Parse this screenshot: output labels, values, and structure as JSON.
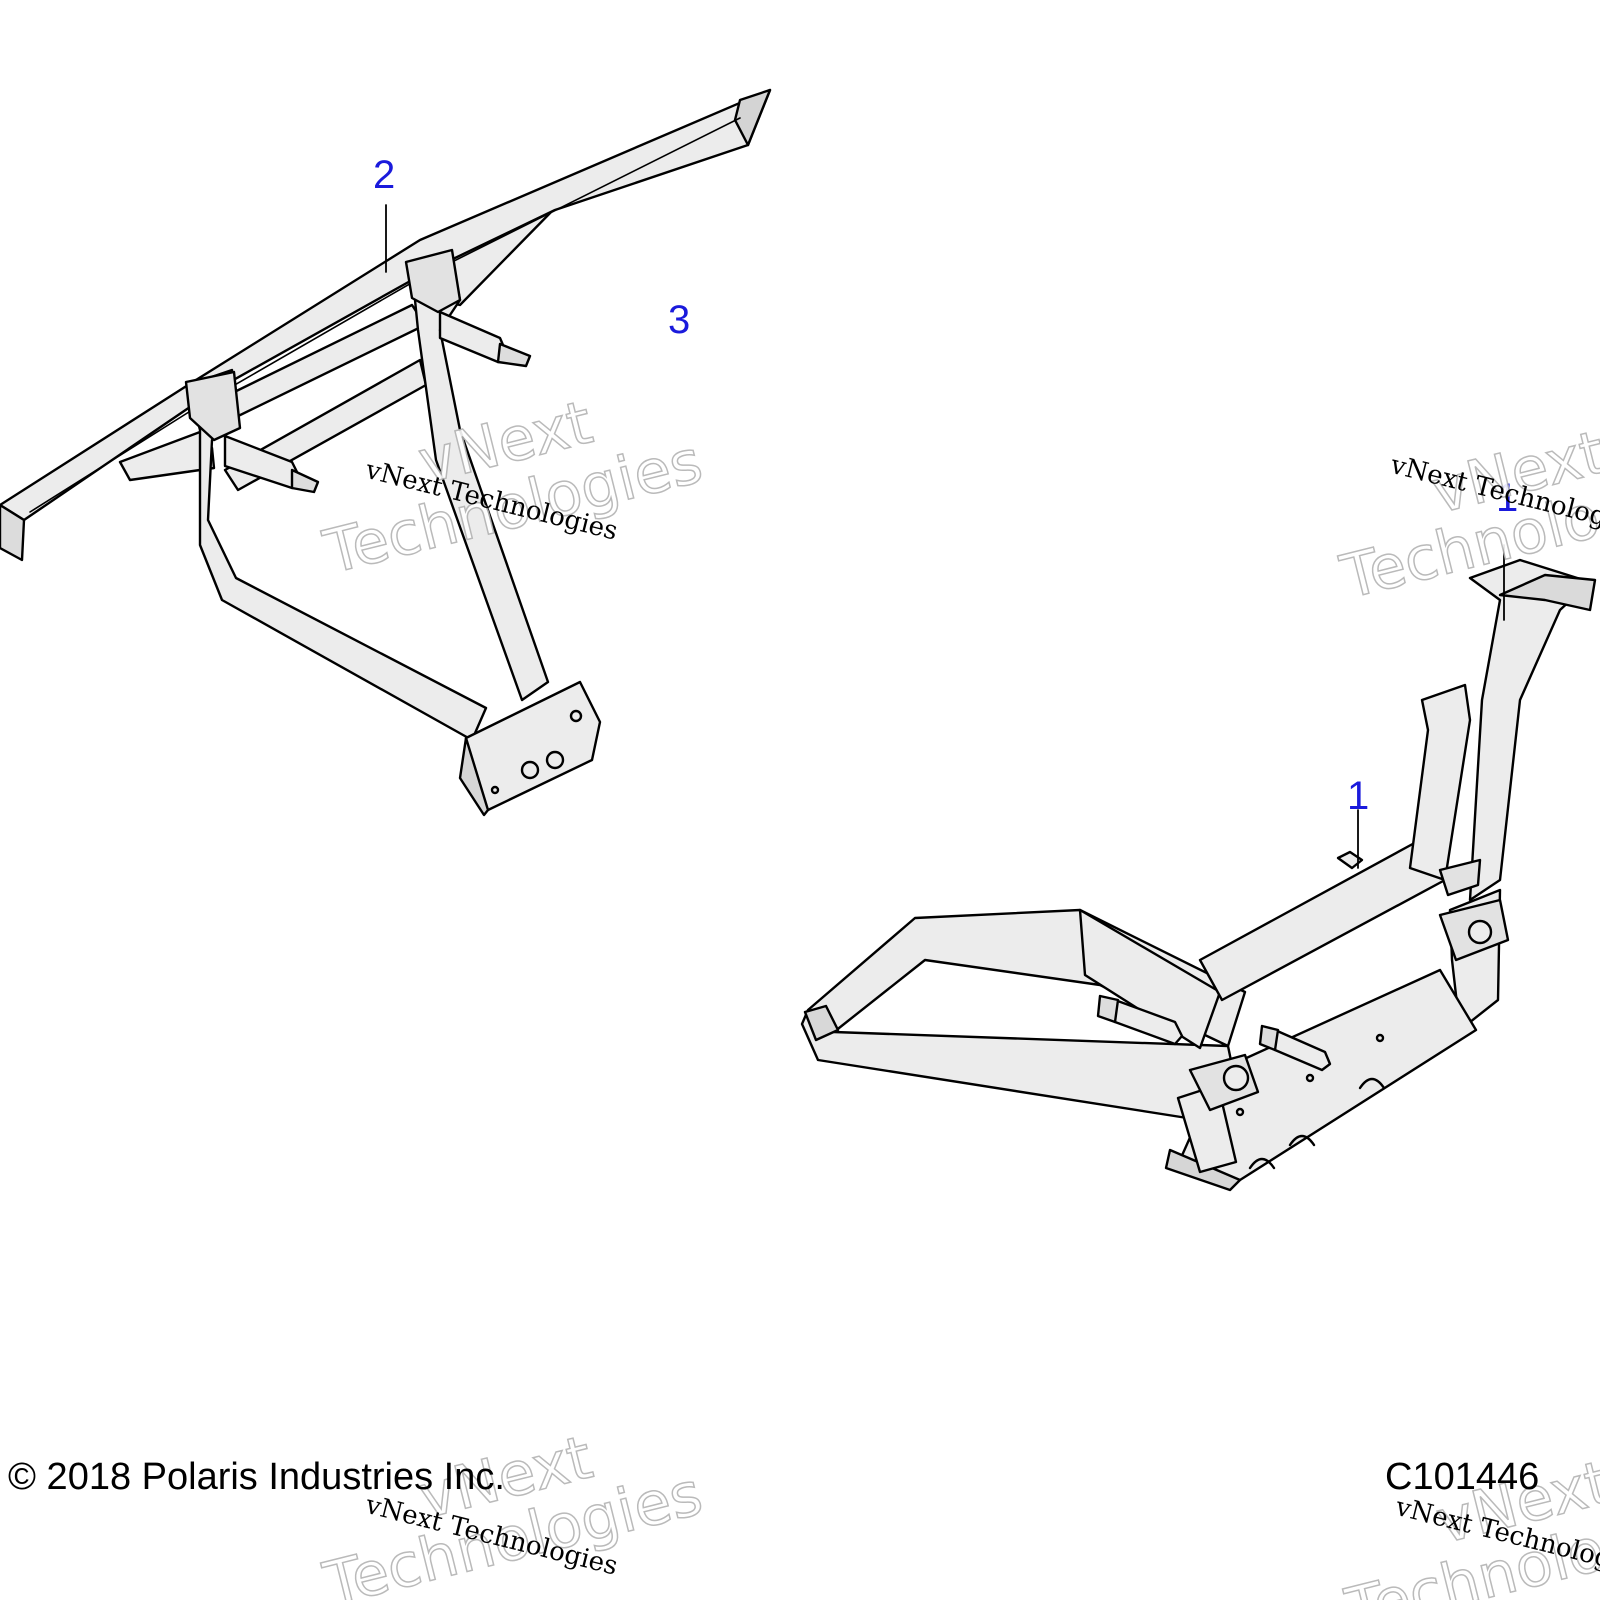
{
  "callouts": {
    "c1": "2",
    "c2": "3",
    "c3": "1",
    "c4": "1"
  },
  "footer": {
    "copyright": "© 2018 Polaris Industries Inc.",
    "figure_id": "C101446"
  },
  "watermark": {
    "line1": "vNext",
    "line2": "Technologies",
    "caption": "vNext Technologies"
  },
  "colors": {
    "callout": "#1a1adc",
    "line": "#000000",
    "part_fill": "#e6e6e6"
  }
}
